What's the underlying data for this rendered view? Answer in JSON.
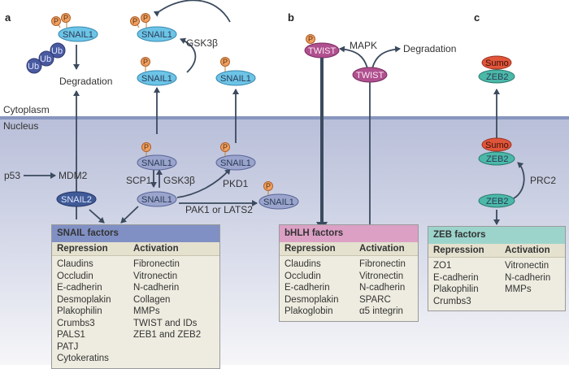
{
  "regions": {
    "cytoplasm": "Cytoplasm",
    "nucleus": "Nucleus"
  },
  "colors": {
    "snail_cyto": "#6cc4e6",
    "snail_nuc": "#9aa4cc",
    "snail2": "#3f5a97",
    "ub": "#4a5aa0",
    "phospho": "#f0a060",
    "twist": "#b0508f",
    "sumo": "#e0553a",
    "zeb2": "#4bb8a8",
    "snail_header": "#8090c4",
    "bhlh_header": "#dca0c4",
    "zeb_header": "#9cd4cc"
  },
  "panel_a": {
    "letter": "a",
    "phospho_label": "P",
    "ub_label": "Ub",
    "snail1": "SNAIL1",
    "snail2": "SNAIL2",
    "degradation": "Degradation",
    "gsk3b_cyto": "GSK3β",
    "p53": "p53",
    "mdm2": "MDM2",
    "scp1": "SCP1",
    "gsk3b_nuc": "GSK3β",
    "pkd1": "PKD1",
    "pak1_lats2": "PAK1 or LATS2",
    "box": {
      "title": "SNAIL factors",
      "repression_header": "Repression",
      "activation_header": "Activation",
      "repression": [
        "Claudins",
        "Occludin",
        "E-cadherin",
        "Desmoplakin",
        "Plakophilin",
        "Crumbs3",
        "PALS1",
        "PATJ",
        "Cytokeratins"
      ],
      "activation": [
        "Fibronectin",
        "Vitronectin",
        "N-cadherin",
        "Collagen",
        "MMPs",
        "TWIST and IDs",
        "ZEB1 and ZEB2"
      ]
    }
  },
  "panel_b": {
    "letter": "b",
    "twist": "TWIST",
    "phospho_label": "P",
    "mapk": "MAPK",
    "degradation": "Degradation",
    "box": {
      "title": "bHLH factors",
      "repression_header": "Repression",
      "activation_header": "Activation",
      "repression": [
        "Claudins",
        "Occludin",
        "E-cadherin",
        "Desmoplakin",
        "Plakoglobin"
      ],
      "activation": [
        "Fibronectin",
        "Vitronectin",
        "N-cadherin",
        "SPARC",
        "α5 integrin"
      ]
    }
  },
  "panel_c": {
    "letter": "c",
    "sumo": "Sumo",
    "zeb2": "ZEB2",
    "prc2": "PRC2",
    "box": {
      "title": "ZEB factors",
      "repression_header": "Repression",
      "activation_header": "Activation",
      "repression": [
        "ZO1",
        "E-cadherin",
        "Plakophilin",
        "Crumbs3"
      ],
      "activation": [
        "Vitronectin",
        "N-cadherin",
        "MMPs"
      ]
    }
  }
}
